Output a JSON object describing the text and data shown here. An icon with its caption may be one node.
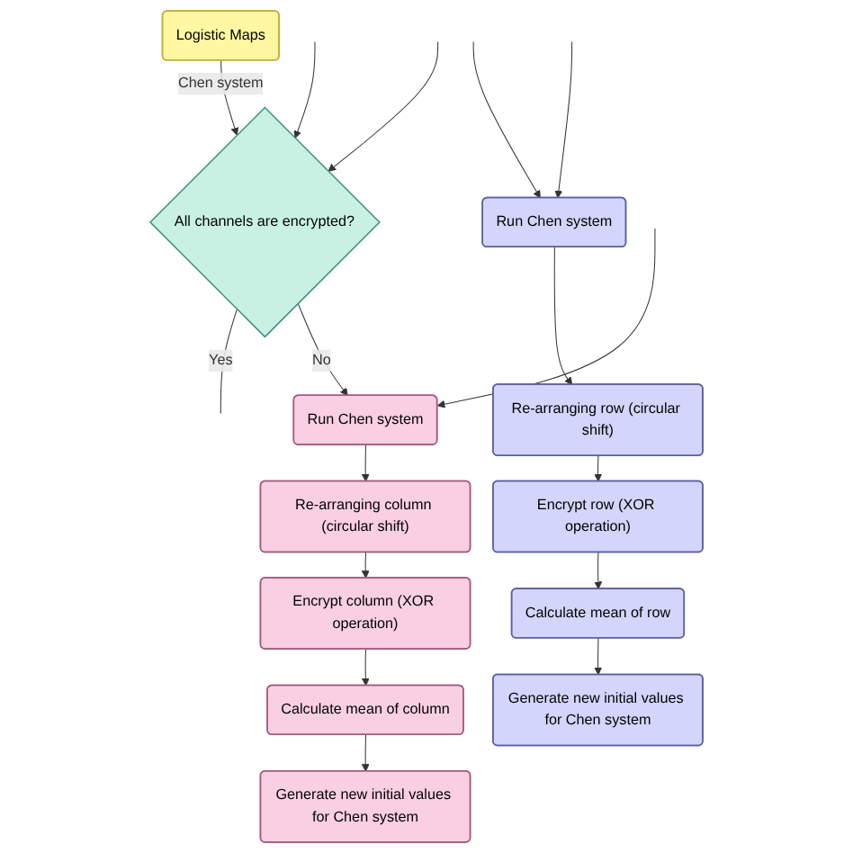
{
  "diagram": {
    "nodes": [
      {
        "text": [
          "Logistic Maps"
        ]
      },
      {
        "text": [
          "All channels are encrypted?"
        ]
      },
      {
        "text": [
          "Run Chen system"
        ]
      },
      {
        "text": [
          "Re-arranging column (circular shift)"
        ]
      },
      {
        "text": [
          "Encrypt column (XOR operation)"
        ]
      },
      {
        "text": [
          "Calculate mean of column"
        ]
      },
      {
        "text": [
          "Generate new initial values for Chen system"
        ]
      },
      {
        "text": [
          "Run Chen system"
        ]
      },
      {
        "text": [
          "Re-arranging row (circular shift)"
        ]
      },
      {
        "text": [
          "Encrypt row (XOR operation)"
        ]
      },
      {
        "text": [
          "Calculate mean of row"
        ]
      },
      {
        "text": [
          "Generate new initial values for Chen system"
        ]
      }
    ],
    "edges": [
      {
        "from": 0,
        "to": 1,
        "arrow": "to",
        "label": "Chen system"
      },
      {
        "from": null,
        "to": 1,
        "arrow": "to"
      },
      {
        "from": 1,
        "to": null,
        "arrow": "none",
        "label": "Yes"
      },
      {
        "from": 1,
        "to": 2,
        "arrow": "to",
        "label": "No"
      },
      {
        "from": null,
        "to": 2,
        "arrow": "to"
      },
      {
        "from": 2,
        "to": 3,
        "arrow": "to"
      },
      {
        "from": 3,
        "to": 4,
        "arrow": "to"
      },
      {
        "from": 4,
        "to": 5,
        "arrow": "to"
      },
      {
        "from": 5,
        "to": 6,
        "arrow": "to"
      },
      {
        "from": null,
        "to": 7,
        "arrow": "to"
      },
      {
        "from": null,
        "to": 7,
        "arrow": "to"
      },
      {
        "from": 7,
        "to": 8,
        "arrow": "to"
      },
      {
        "from": 8,
        "to": 9,
        "arrow": "to"
      },
      {
        "from": 9,
        "to": 10,
        "arrow": "to"
      },
      {
        "from": 10,
        "to": 11,
        "arrow": "to"
      },
      {
        "from": null,
        "to": 1,
        "arrow": "to"
      }
    ]
  }
}
